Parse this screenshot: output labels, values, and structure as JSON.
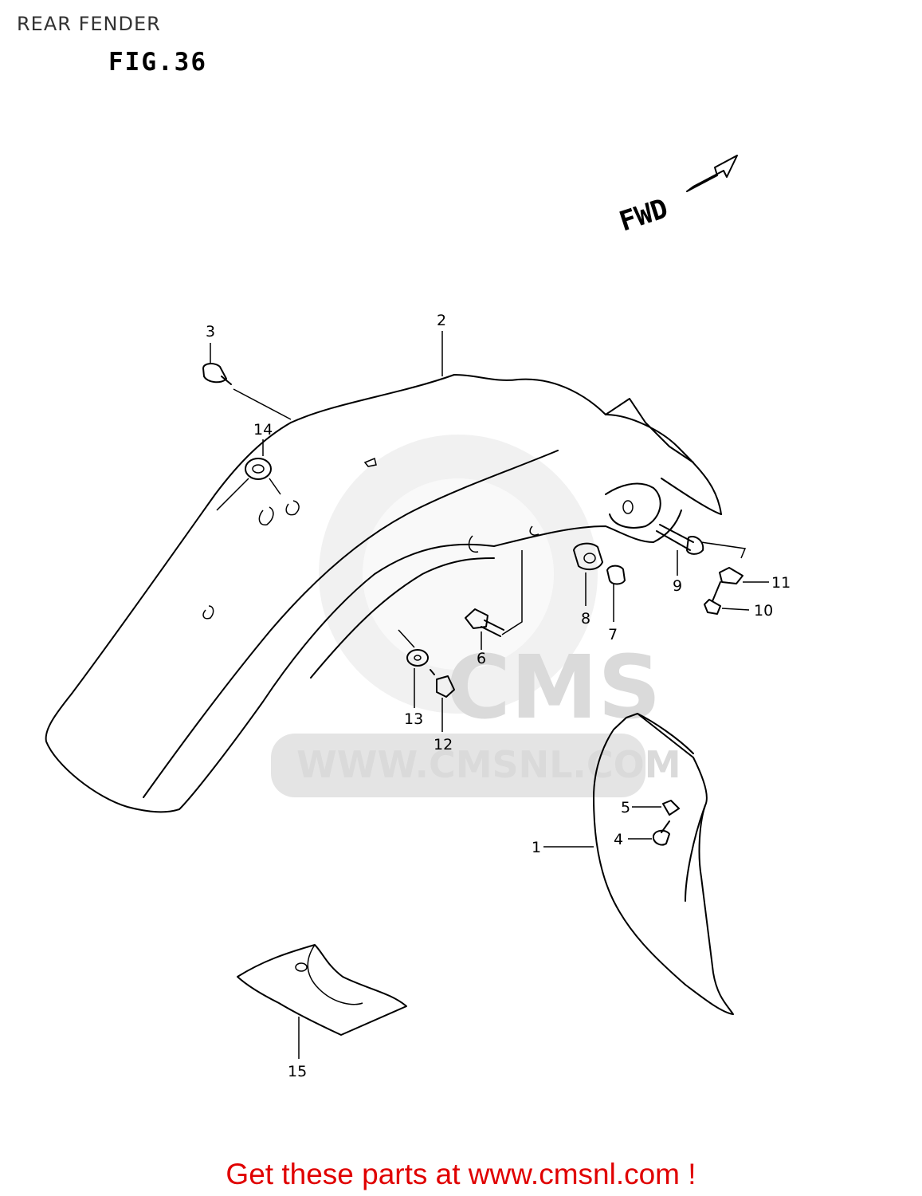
{
  "page_title": "REAR FENDER",
  "figure_label": "FIG.36",
  "fwd_label": "FWD",
  "watermark": {
    "logo_text": "CMS",
    "url": "WWW.CMSNL.COM"
  },
  "callouts": [
    "1",
    "2",
    "3",
    "4",
    "5",
    "6",
    "7",
    "8",
    "9",
    "10",
    "11",
    "12",
    "13",
    "14",
    "15"
  ],
  "footer": "Get these parts at www.cmsnl.com !"
}
